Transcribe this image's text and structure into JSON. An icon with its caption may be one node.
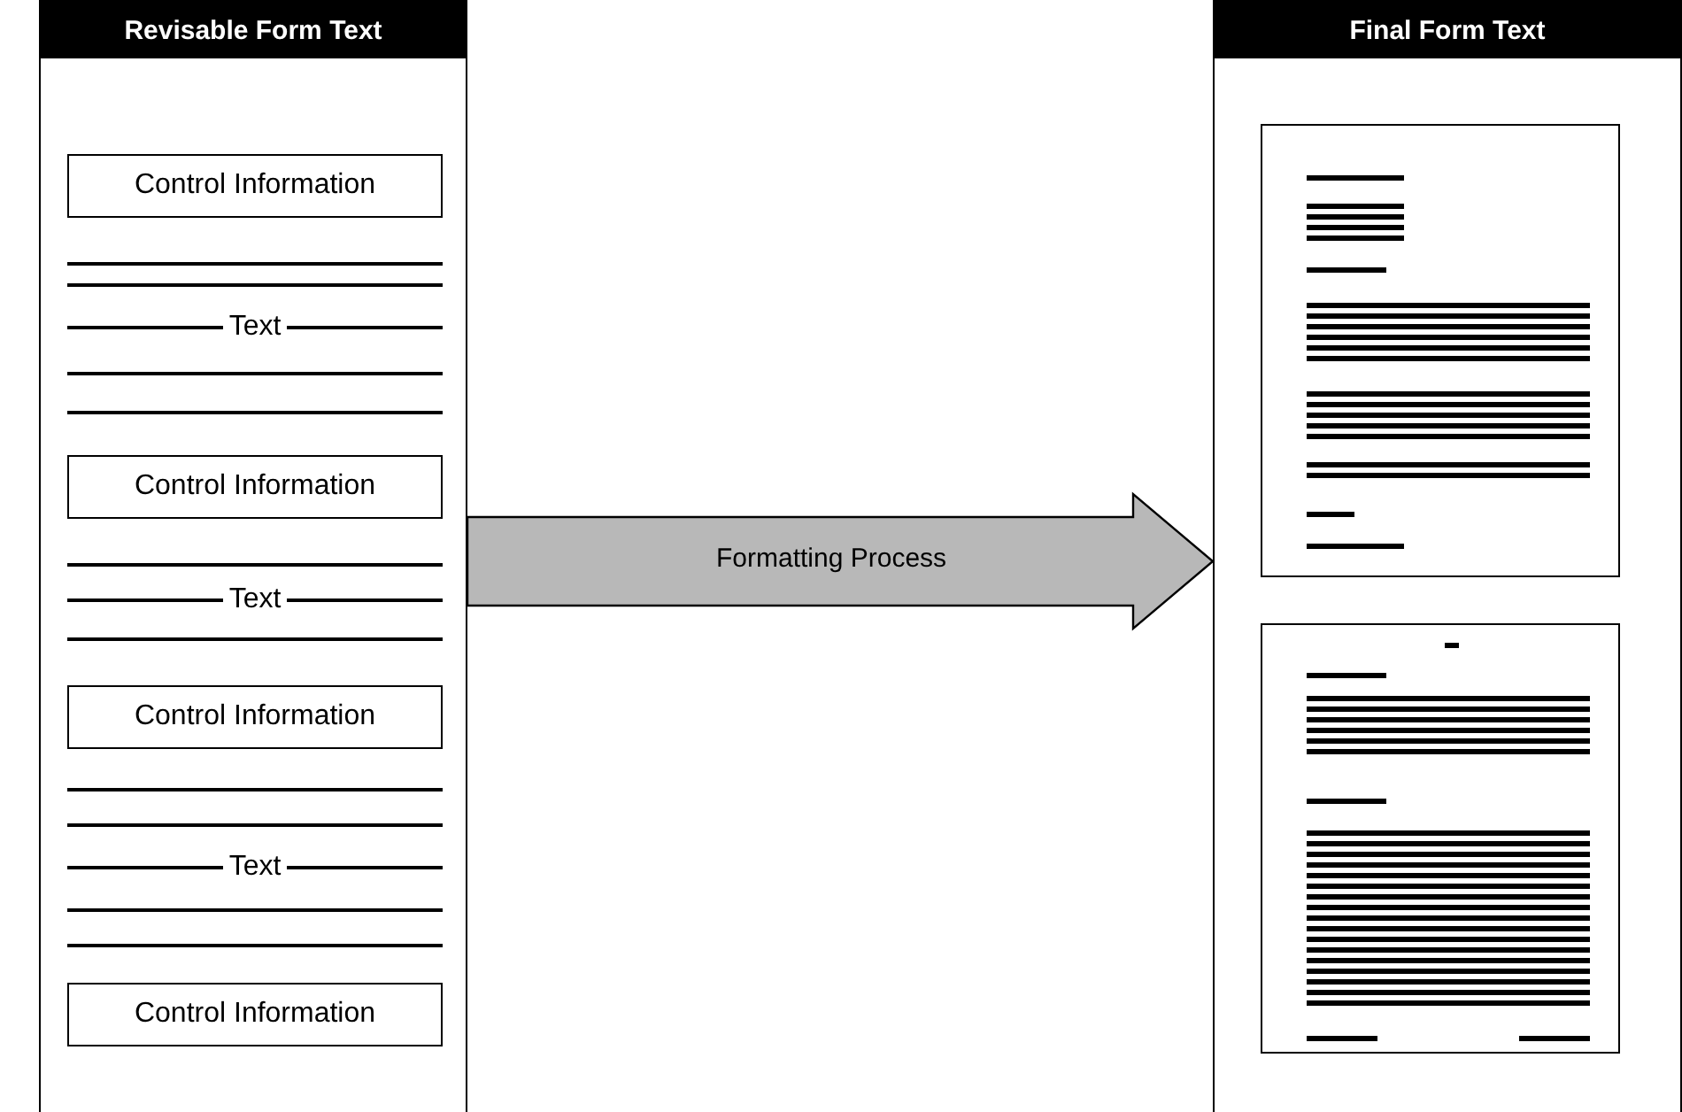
{
  "diagram": {
    "nodes": [
      {
        "text": [
          "Revisable Form Text"
        ]
      },
      {
        "text": [
          "Control Information"
        ],
        "in": 0
      },
      {
        "text": [
          "Control Information"
        ],
        "in": 0
      },
      {
        "text": [
          "Control Information"
        ],
        "in": 0
      },
      {
        "text": [
          "Control Information"
        ],
        "in": 0
      },
      {
        "text": [
          "Final Form Text"
        ]
      },
      {
        "text": [],
        "shape": "box",
        "in": 5
      },
      {
        "text": [],
        "shape": "box",
        "in": 5
      }
    ],
    "edges": [
      {
        "from": 0,
        "to": 5,
        "arrow": "to",
        "label": "Formatting Process",
        "style": "thick"
      }
    ],
    "labels": [
      "Text",
      "Text",
      "Text"
    ]
  }
}
